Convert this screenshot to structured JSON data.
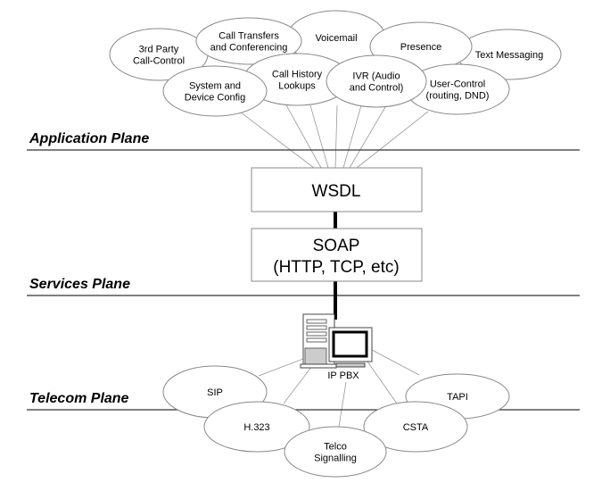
{
  "planes": {
    "application": "Application Plane",
    "services": "Services Plane",
    "telecom": "Telecom Plane"
  },
  "application_nodes": [
    {
      "id": "third-party",
      "lines": [
        "3rd Party",
        "Call-Control"
      ]
    },
    {
      "id": "voicemail",
      "lines": [
        "Voicemail"
      ]
    },
    {
      "id": "text-messaging",
      "lines": [
        "Text Messaging"
      ]
    },
    {
      "id": "presence",
      "lines": [
        "Presence"
      ]
    },
    {
      "id": "call-transfers",
      "lines": [
        "Call Transfers",
        "and Conferencing"
      ]
    },
    {
      "id": "call-history",
      "lines": [
        "Call History",
        "Lookups"
      ]
    },
    {
      "id": "system-config",
      "lines": [
        "System and",
        "Device Config"
      ]
    },
    {
      "id": "user-control",
      "lines": [
        "User-Control",
        "(routing, DND)"
      ]
    },
    {
      "id": "ivr",
      "lines": [
        "IVR (Audio",
        "and Control)"
      ]
    }
  ],
  "services": {
    "wsdl": "WSDL",
    "soap_line1": "SOAP",
    "soap_line2": "(HTTP, TCP, etc)"
  },
  "pbx_label": "IP PBX",
  "telecom_nodes": [
    {
      "id": "sip",
      "lines": [
        "SIP"
      ]
    },
    {
      "id": "tapi",
      "lines": [
        "TAPI"
      ]
    },
    {
      "id": "h323",
      "lines": [
        "H.323"
      ]
    },
    {
      "id": "csta",
      "lines": [
        "CSTA"
      ]
    },
    {
      "id": "telco",
      "lines": [
        "Telco",
        "Signalling"
      ]
    }
  ]
}
